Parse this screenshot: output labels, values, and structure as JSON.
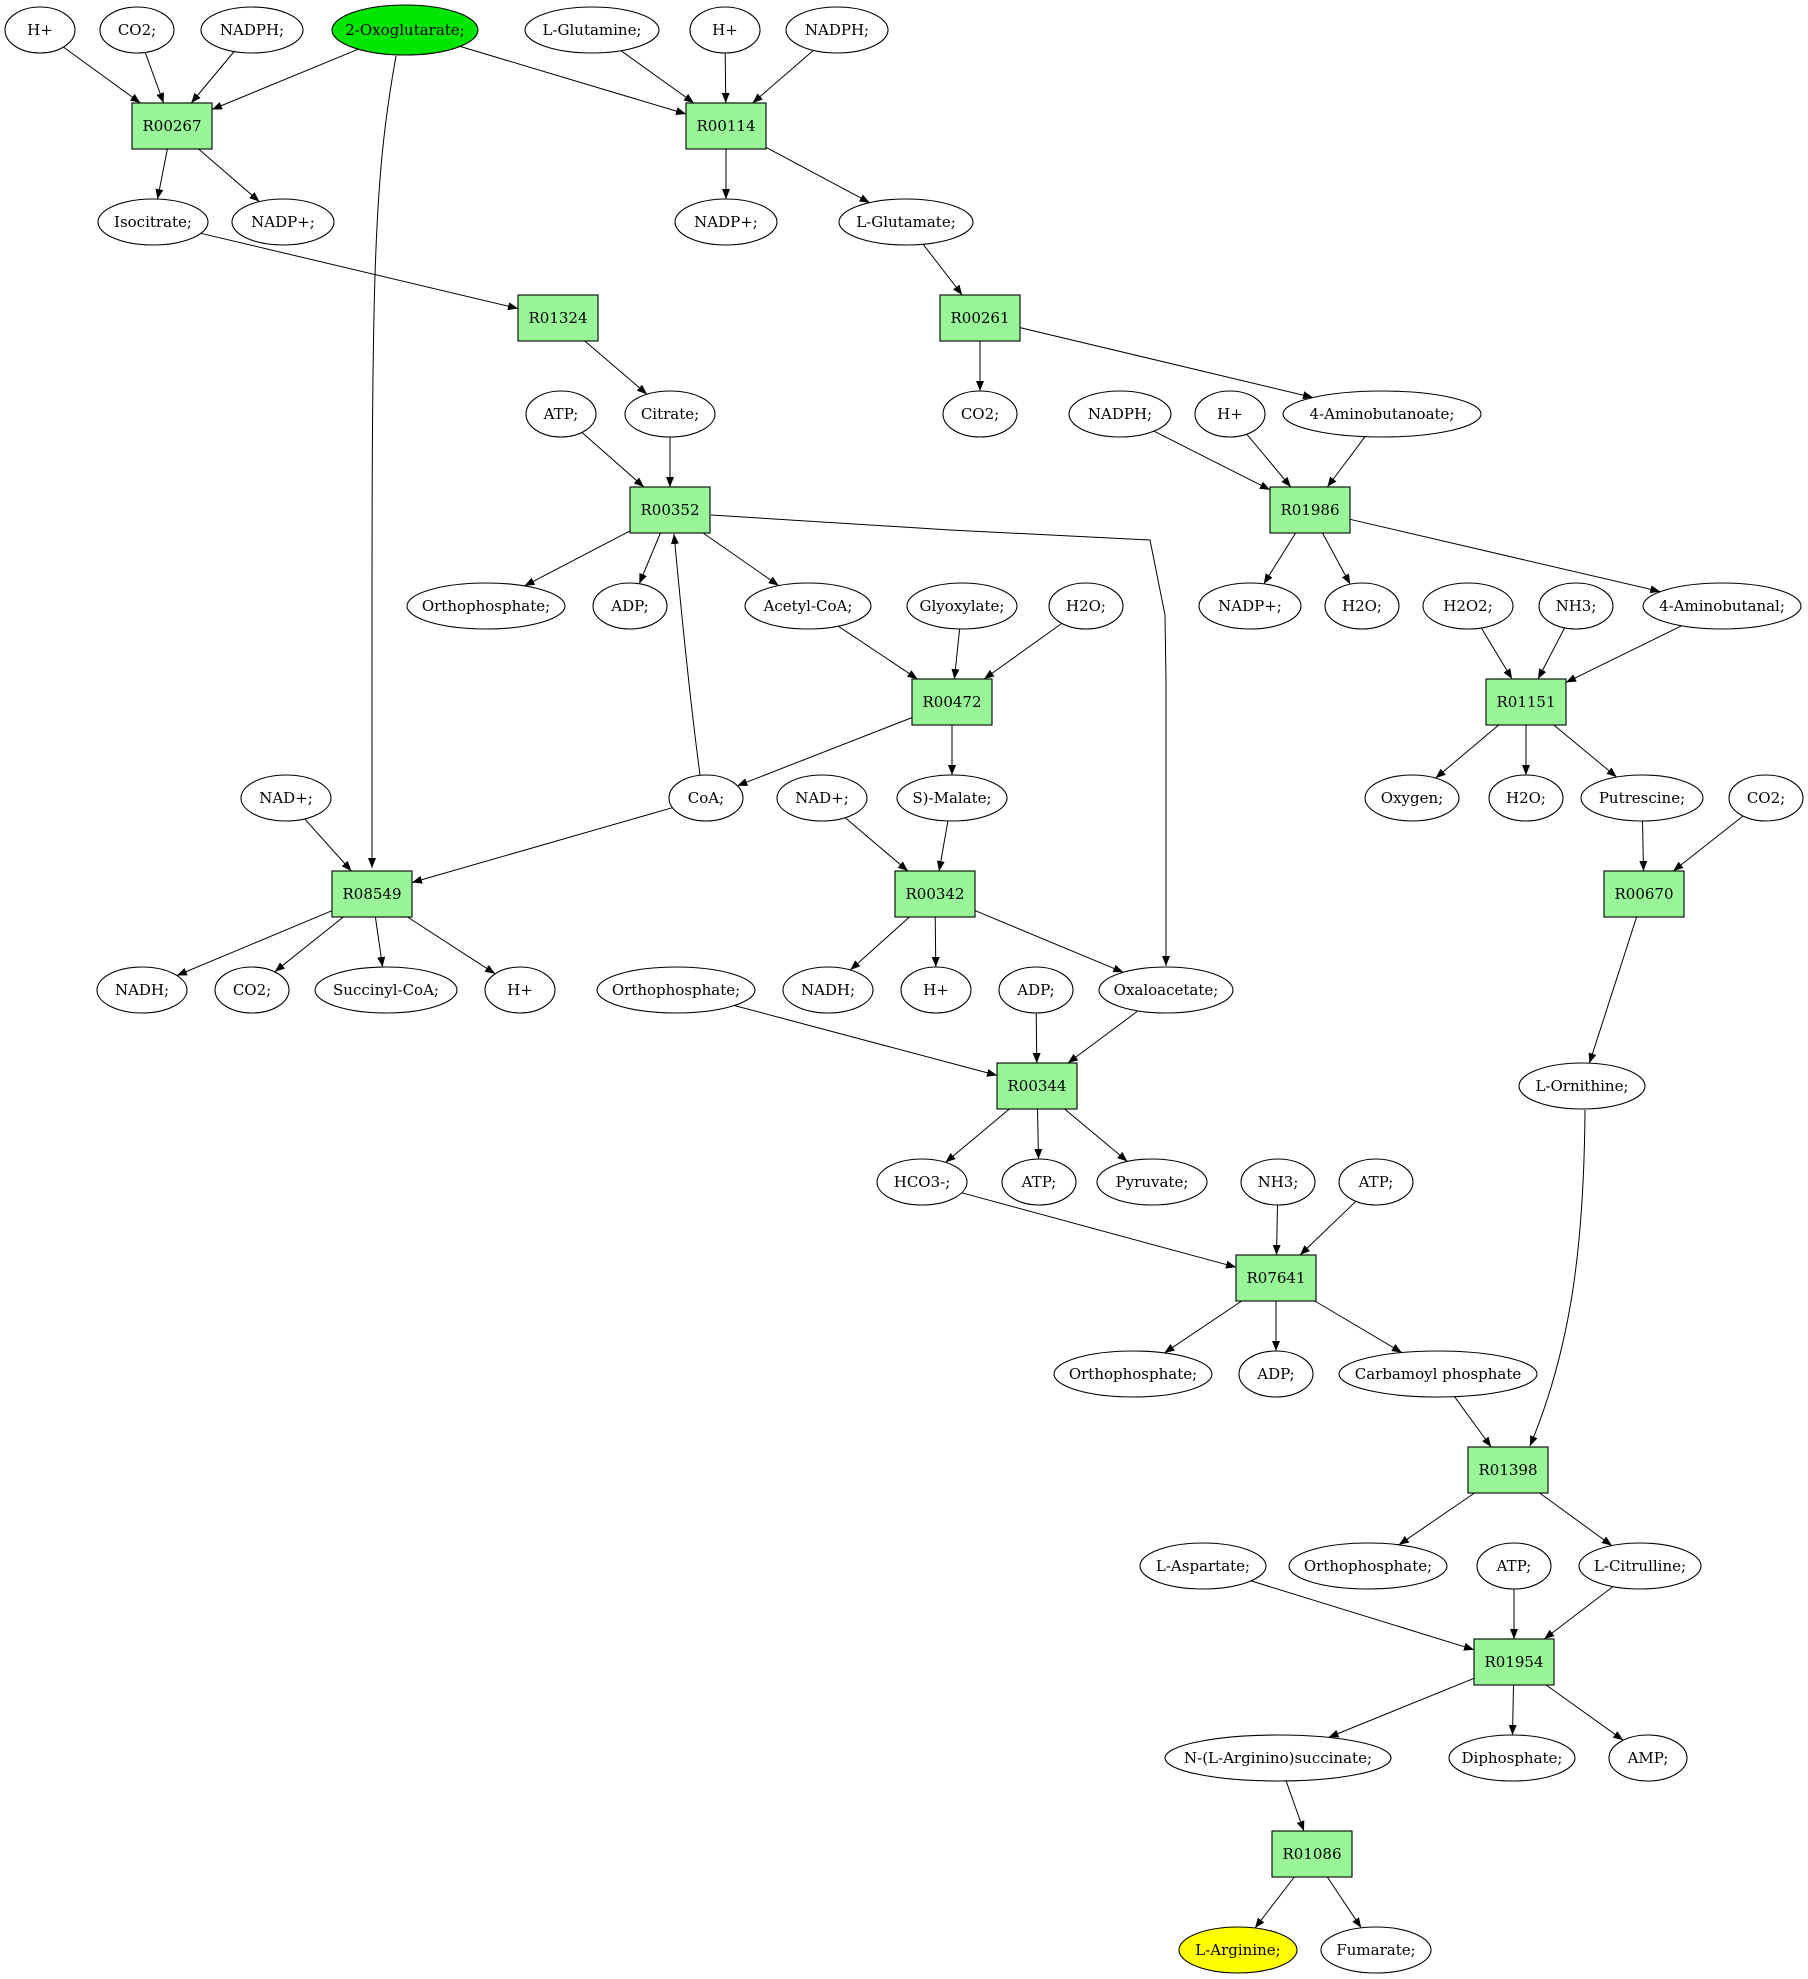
{
  "colors": {
    "reaction_fill": "#98f598",
    "compound_fill": "#ffffff",
    "source_fill": "#00e600",
    "target_fill": "#ffff00",
    "stroke": "#000000"
  },
  "nodes": [
    {
      "id": "c_h_1",
      "kind": "compound",
      "label": "H+"
    },
    {
      "id": "c_co2_1",
      "kind": "compound",
      "label": "CO2;"
    },
    {
      "id": "c_nadph_1",
      "kind": "compound",
      "label": "NADPH;"
    },
    {
      "id": "c_oxo",
      "kind": "compound",
      "label": "2-Oxoglutarate;",
      "role": "source"
    },
    {
      "id": "c_gln",
      "kind": "compound",
      "label": "L-Glutamine;"
    },
    {
      "id": "c_h_2",
      "kind": "compound",
      "label": "H+"
    },
    {
      "id": "c_nadph_2",
      "kind": "compound",
      "label": "NADPH;"
    },
    {
      "id": "r_R00267",
      "kind": "reaction",
      "label": "R00267"
    },
    {
      "id": "r_R00114",
      "kind": "reaction",
      "label": "R00114"
    },
    {
      "id": "c_isocitrate",
      "kind": "compound",
      "label": "Isocitrate;"
    },
    {
      "id": "c_nadp_1",
      "kind": "compound",
      "label": "NADP+;"
    },
    {
      "id": "c_nadp_2",
      "kind": "compound",
      "label": "NADP+;"
    },
    {
      "id": "c_glu",
      "kind": "compound",
      "label": "L-Glutamate;"
    },
    {
      "id": "r_R01324",
      "kind": "reaction",
      "label": "R01324"
    },
    {
      "id": "r_R00261",
      "kind": "reaction",
      "label": "R00261"
    },
    {
      "id": "c_atp_1",
      "kind": "compound",
      "label": "ATP;"
    },
    {
      "id": "c_citrate",
      "kind": "compound",
      "label": "Citrate;"
    },
    {
      "id": "c_co2_2",
      "kind": "compound",
      "label": "CO2;"
    },
    {
      "id": "c_nadph_3",
      "kind": "compound",
      "label": "NADPH;"
    },
    {
      "id": "c_h_3",
      "kind": "compound",
      "label": "H+"
    },
    {
      "id": "c_aminobutanoate",
      "kind": "compound",
      "label": "4-Aminobutanoate;"
    },
    {
      "id": "r_R00352",
      "kind": "reaction",
      "label": "R00352"
    },
    {
      "id": "r_R01986",
      "kind": "reaction",
      "label": "R01986"
    },
    {
      "id": "c_pi_1",
      "kind": "compound",
      "label": "Orthophosphate;"
    },
    {
      "id": "c_adp_1",
      "kind": "compound",
      "label": "ADP;"
    },
    {
      "id": "c_acetylcoa",
      "kind": "compound",
      "label": "Acetyl-CoA;"
    },
    {
      "id": "c_glyoxylate",
      "kind": "compound",
      "label": "Glyoxylate;"
    },
    {
      "id": "c_h2o_1",
      "kind": "compound",
      "label": "H2O;"
    },
    {
      "id": "c_nadp_3",
      "kind": "compound",
      "label": "NADP+;"
    },
    {
      "id": "c_h2o_2",
      "kind": "compound",
      "label": "H2O;"
    },
    {
      "id": "c_h2o2",
      "kind": "compound",
      "label": "H2O2;"
    },
    {
      "id": "c_nh3_1",
      "kind": "compound",
      "label": "NH3;"
    },
    {
      "id": "c_aminobutanal",
      "kind": "compound",
      "label": "4-Aminobutanal;"
    },
    {
      "id": "r_R00472",
      "kind": "reaction",
      "label": "R00472"
    },
    {
      "id": "r_R01151",
      "kind": "reaction",
      "label": "R01151"
    },
    {
      "id": "c_nad_1",
      "kind": "compound",
      "label": "NAD+;"
    },
    {
      "id": "c_coa",
      "kind": "compound",
      "label": "CoA;"
    },
    {
      "id": "c_nad_2",
      "kind": "compound",
      "label": "NAD+;"
    },
    {
      "id": "c_malate",
      "kind": "compound",
      "label": "S)-Malate;"
    },
    {
      "id": "c_oxygen",
      "kind": "compound",
      "label": "Oxygen;"
    },
    {
      "id": "c_h2o_3",
      "kind": "compound",
      "label": "H2O;"
    },
    {
      "id": "c_putrescine",
      "kind": "compound",
      "label": "Putrescine;"
    },
    {
      "id": "c_co2_3",
      "kind": "compound",
      "label": "CO2;"
    },
    {
      "id": "r_R08549",
      "kind": "reaction",
      "label": "R08549"
    },
    {
      "id": "r_R00342",
      "kind": "reaction",
      "label": "R00342"
    },
    {
      "id": "r_R00670",
      "kind": "reaction",
      "label": "R00670"
    },
    {
      "id": "c_nadh_1",
      "kind": "compound",
      "label": "NADH;"
    },
    {
      "id": "c_co2_4",
      "kind": "compound",
      "label": "CO2;"
    },
    {
      "id": "c_succinylcoa",
      "kind": "compound",
      "label": "Succinyl-CoA;"
    },
    {
      "id": "c_h_4",
      "kind": "compound",
      "label": "H+"
    },
    {
      "id": "c_pi_2",
      "kind": "compound",
      "label": "Orthophosphate;"
    },
    {
      "id": "c_nadh_2",
      "kind": "compound",
      "label": "NADH;"
    },
    {
      "id": "c_h_5",
      "kind": "compound",
      "label": "H+"
    },
    {
      "id": "c_adp_2",
      "kind": "compound",
      "label": "ADP;"
    },
    {
      "id": "c_oxaloacetate",
      "kind": "compound",
      "label": "Oxaloacetate;"
    },
    {
      "id": "r_R00344",
      "kind": "reaction",
      "label": "R00344"
    },
    {
      "id": "c_ornithine",
      "kind": "compound",
      "label": "L-Ornithine;"
    },
    {
      "id": "c_hco3",
      "kind": "compound",
      "label": "HCO3-;"
    },
    {
      "id": "c_atp_2",
      "kind": "compound",
      "label": "ATP;"
    },
    {
      "id": "c_pyruvate",
      "kind": "compound",
      "label": "Pyruvate;"
    },
    {
      "id": "c_nh3_2",
      "kind": "compound",
      "label": "NH3;"
    },
    {
      "id": "c_atp_3",
      "kind": "compound",
      "label": "ATP;"
    },
    {
      "id": "r_R07641",
      "kind": "reaction",
      "label": "R07641"
    },
    {
      "id": "c_pi_3",
      "kind": "compound",
      "label": "Orthophosphate;"
    },
    {
      "id": "c_adp_3",
      "kind": "compound",
      "label": "ADP;"
    },
    {
      "id": "c_carbamoylp",
      "kind": "compound",
      "label": "Carbamoyl phosphate"
    },
    {
      "id": "r_R01398",
      "kind": "reaction",
      "label": "R01398"
    },
    {
      "id": "c_asp",
      "kind": "compound",
      "label": "L-Aspartate;"
    },
    {
      "id": "c_pi_4",
      "kind": "compound",
      "label": "Orthophosphate;"
    },
    {
      "id": "c_atp_4",
      "kind": "compound",
      "label": "ATP;"
    },
    {
      "id": "c_citrulline",
      "kind": "compound",
      "label": "L-Citrulline;"
    },
    {
      "id": "r_R01954",
      "kind": "reaction",
      "label": "R01954"
    },
    {
      "id": "c_argsucc",
      "kind": "compound",
      "label": "N-(L-Arginino)succinate;"
    },
    {
      "id": "c_diphosphate",
      "kind": "compound",
      "label": "Diphosphate;"
    },
    {
      "id": "c_amp",
      "kind": "compound",
      "label": "AMP;"
    },
    {
      "id": "r_R01086",
      "kind": "reaction",
      "label": "R01086"
    },
    {
      "id": "c_arg",
      "kind": "compound",
      "label": "L-Arginine;",
      "role": "target"
    },
    {
      "id": "c_fumarate",
      "kind": "compound",
      "label": "Fumarate;"
    }
  ],
  "edges": [
    [
      "c_h_1",
      "r_R00267"
    ],
    [
      "c_co2_1",
      "r_R00267"
    ],
    [
      "c_nadph_1",
      "r_R00267"
    ],
    [
      "c_oxo",
      "r_R00267"
    ],
    [
      "r_R00267",
      "c_isocitrate"
    ],
    [
      "r_R00267",
      "c_nadp_1"
    ],
    [
      "c_oxo",
      "r_R00114"
    ],
    [
      "c_gln",
      "r_R00114"
    ],
    [
      "c_h_2",
      "r_R00114"
    ],
    [
      "c_nadph_2",
      "r_R00114"
    ],
    [
      "r_R00114",
      "c_nadp_2"
    ],
    [
      "r_R00114",
      "c_glu"
    ],
    [
      "c_oxo",
      "r_R08549"
    ],
    [
      "c_isocitrate",
      "r_R01324"
    ],
    [
      "r_R01324",
      "c_citrate"
    ],
    [
      "c_glu",
      "r_R00261"
    ],
    [
      "r_R00261",
      "c_co2_2"
    ],
    [
      "r_R00261",
      "c_aminobutanoate"
    ],
    [
      "c_atp_1",
      "r_R00352"
    ],
    [
      "c_citrate",
      "r_R00352"
    ],
    [
      "c_coa",
      "r_R00352"
    ],
    [
      "r_R00352",
      "c_pi_1"
    ],
    [
      "r_R00352",
      "c_adp_1"
    ],
    [
      "r_R00352",
      "c_acetylcoa"
    ],
    [
      "r_R00352",
      "c_oxaloacetate"
    ],
    [
      "c_nadph_3",
      "r_R01986"
    ],
    [
      "c_h_3",
      "r_R01986"
    ],
    [
      "c_aminobutanoate",
      "r_R01986"
    ],
    [
      "r_R01986",
      "c_nadp_3"
    ],
    [
      "r_R01986",
      "c_h2o_2"
    ],
    [
      "r_R01986",
      "c_aminobutanal"
    ],
    [
      "c_acetylcoa",
      "r_R00472"
    ],
    [
      "c_glyoxylate",
      "r_R00472"
    ],
    [
      "c_h2o_1",
      "r_R00472"
    ],
    [
      "r_R00472",
      "c_coa"
    ],
    [
      "r_R00472",
      "c_malate"
    ],
    [
      "c_h2o2",
      "r_R01151"
    ],
    [
      "c_nh3_1",
      "r_R01151"
    ],
    [
      "c_aminobutanal",
      "r_R01151"
    ],
    [
      "r_R01151",
      "c_oxygen"
    ],
    [
      "r_R01151",
      "c_h2o_3"
    ],
    [
      "r_R01151",
      "c_putrescine"
    ],
    [
      "c_nad_1",
      "r_R08549"
    ],
    [
      "c_coa",
      "r_R08549"
    ],
    [
      "r_R08549",
      "c_nadh_1"
    ],
    [
      "r_R08549",
      "c_co2_4"
    ],
    [
      "r_R08549",
      "c_succinylcoa"
    ],
    [
      "r_R08549",
      "c_h_4"
    ],
    [
      "c_nad_2",
      "r_R00342"
    ],
    [
      "c_malate",
      "r_R00342"
    ],
    [
      "r_R00342",
      "c_nadh_2"
    ],
    [
      "r_R00342",
      "c_h_5"
    ],
    [
      "r_R00342",
      "c_oxaloacetate"
    ],
    [
      "c_putrescine",
      "r_R00670"
    ],
    [
      "c_co2_3",
      "r_R00670"
    ],
    [
      "r_R00670",
      "c_ornithine"
    ],
    [
      "c_pi_2",
      "r_R00344"
    ],
    [
      "c_adp_2",
      "r_R00344"
    ],
    [
      "c_oxaloacetate",
      "r_R00344"
    ],
    [
      "r_R00344",
      "c_hco3"
    ],
    [
      "r_R00344",
      "c_atp_2"
    ],
    [
      "r_R00344",
      "c_pyruvate"
    ],
    [
      "c_hco3",
      "r_R07641"
    ],
    [
      "c_nh3_2",
      "r_R07641"
    ],
    [
      "c_atp_3",
      "r_R07641"
    ],
    [
      "r_R07641",
      "c_pi_3"
    ],
    [
      "r_R07641",
      "c_adp_3"
    ],
    [
      "r_R07641",
      "c_carbamoylp"
    ],
    [
      "c_carbamoylp",
      "r_R01398"
    ],
    [
      "c_ornithine",
      "r_R01398"
    ],
    [
      "r_R01398",
      "c_pi_4"
    ],
    [
      "r_R01398",
      "c_citrulline"
    ],
    [
      "c_asp",
      "r_R01954"
    ],
    [
      "c_atp_4",
      "r_R01954"
    ],
    [
      "c_citrulline",
      "r_R01954"
    ],
    [
      "r_R01954",
      "c_argsucc"
    ],
    [
      "r_R01954",
      "c_diphosphate"
    ],
    [
      "r_R01954",
      "c_amp"
    ],
    [
      "c_argsucc",
      "r_R01086"
    ],
    [
      "r_R01086",
      "c_arg"
    ],
    [
      "r_R01086",
      "c_fumarate"
    ]
  ]
}
